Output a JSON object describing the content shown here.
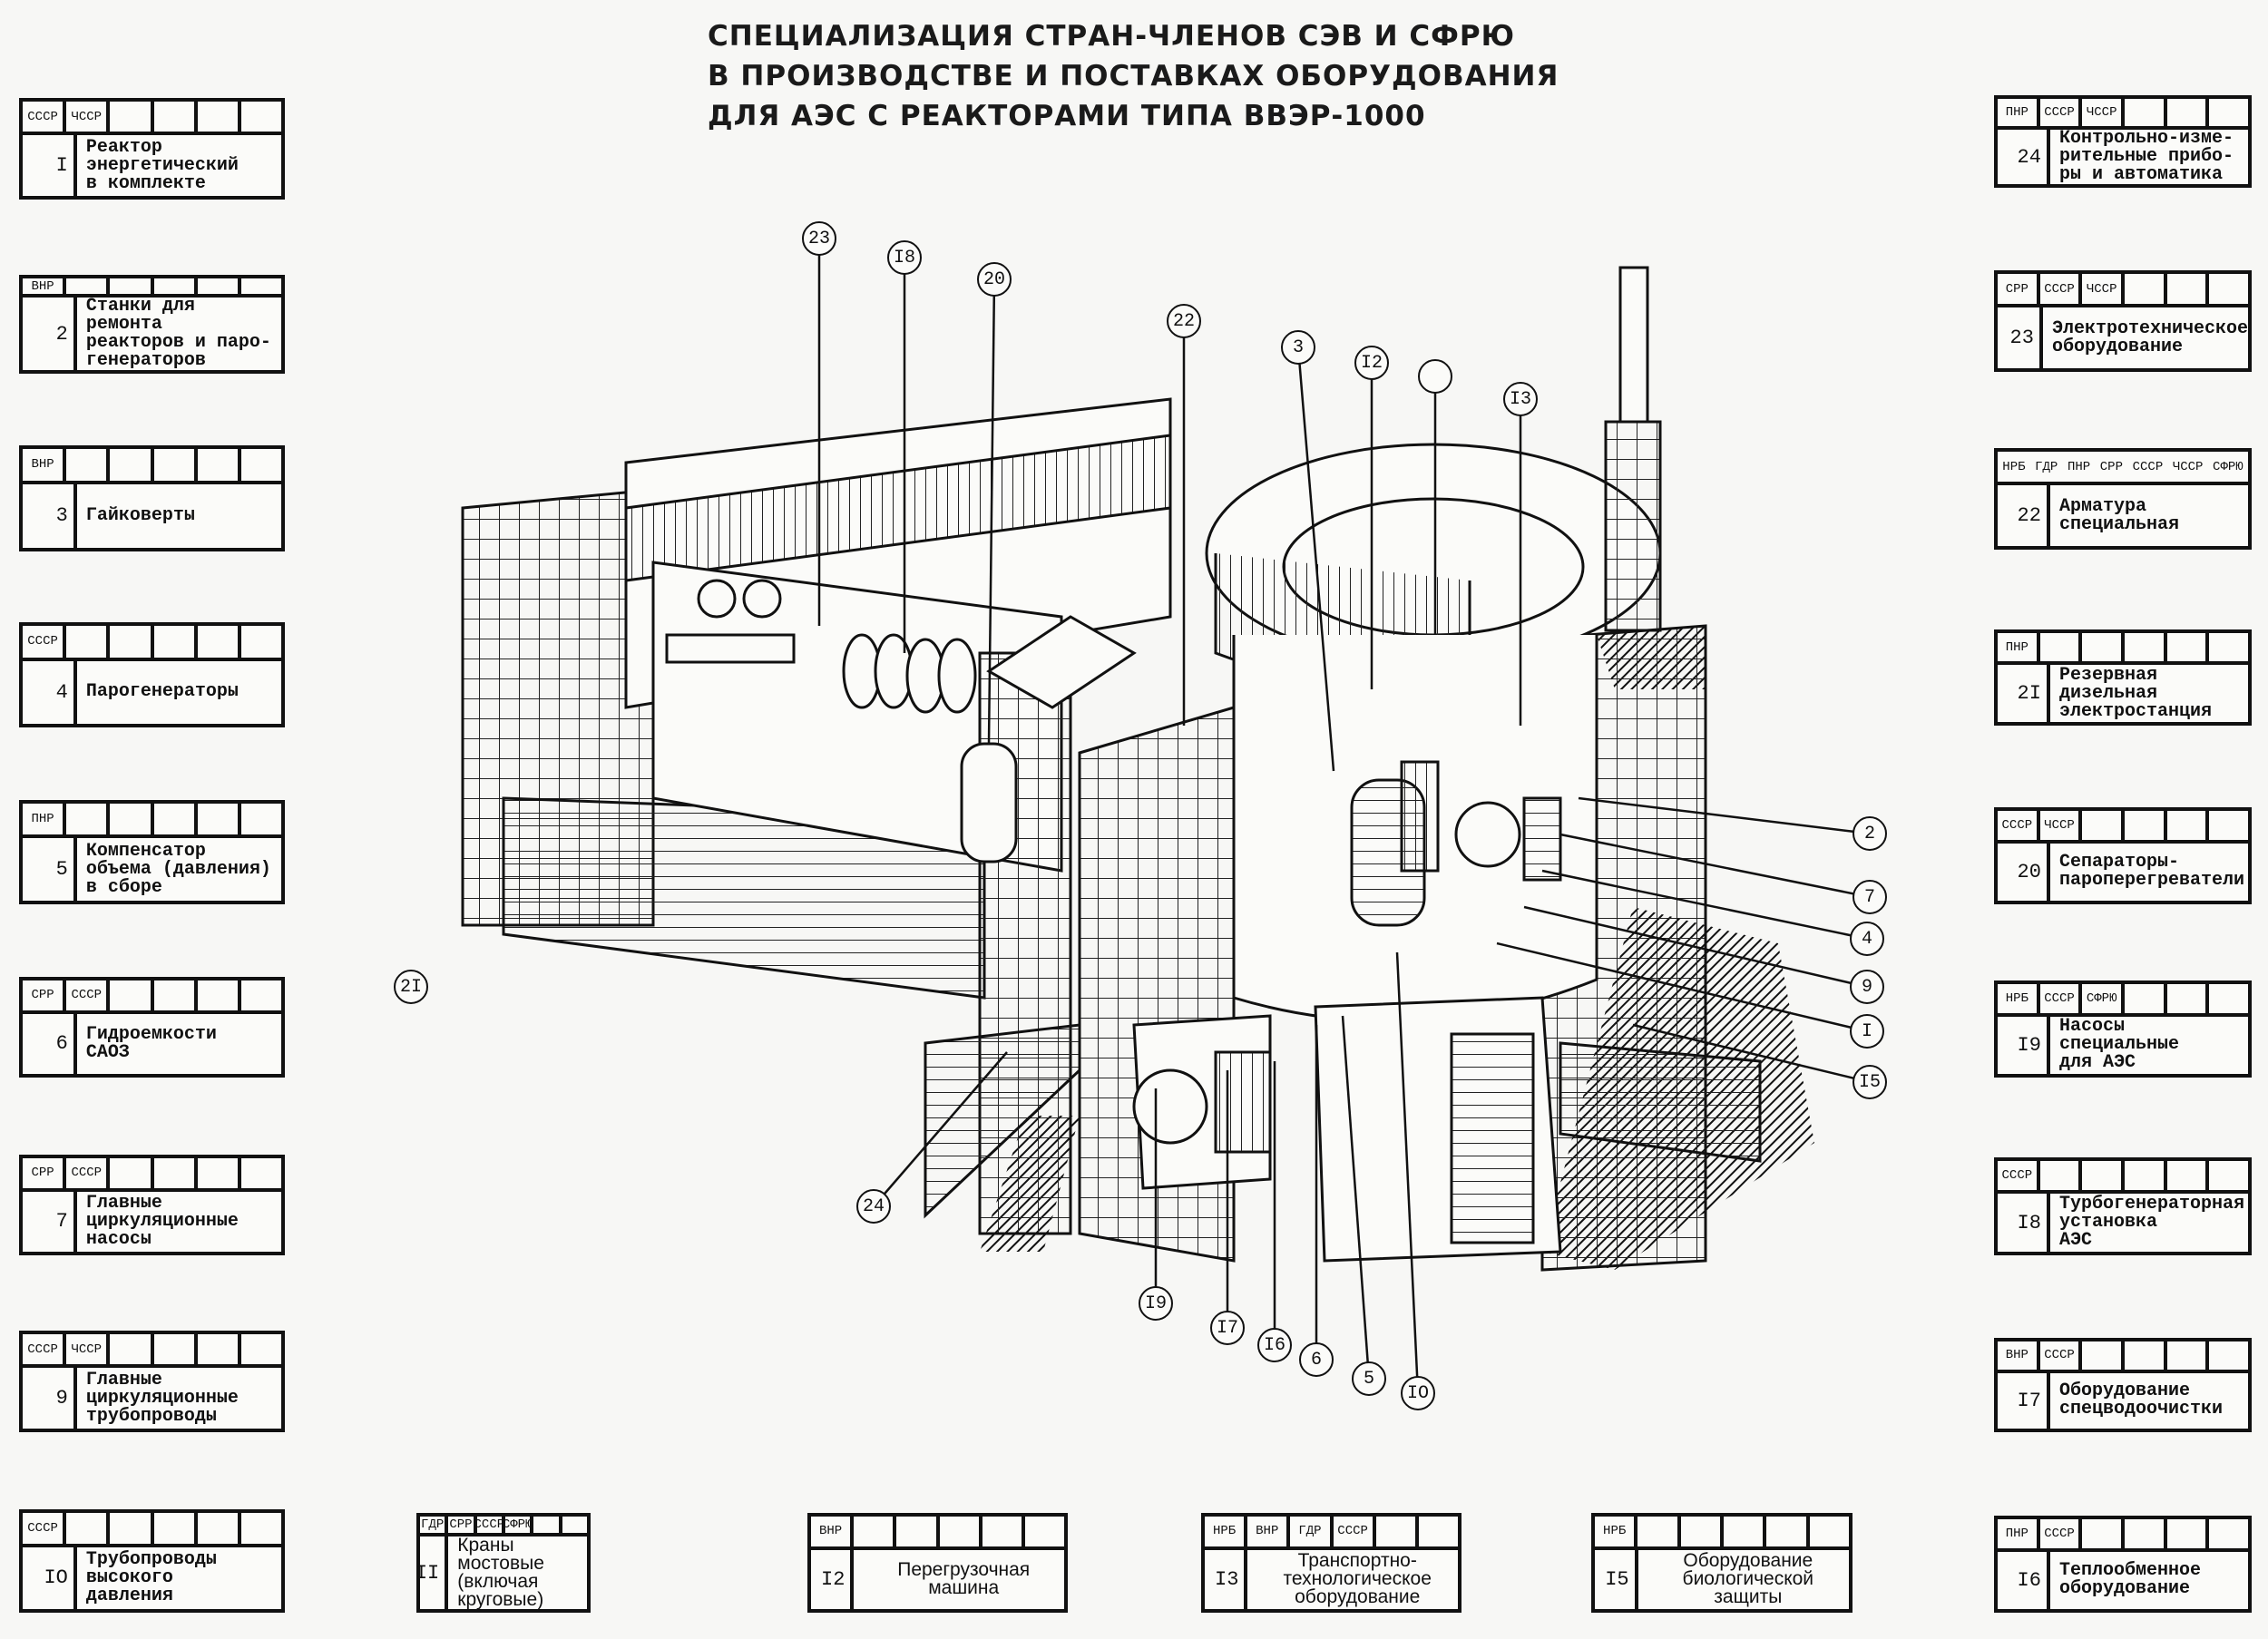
{
  "title": {
    "line1": "СПЕЦИАЛИЗАЦИЯ СТРАН-ЧЛЕНОВ СЭВ И СФРЮ",
    "line2": "В ПРОИЗВОДСТВЕ И ПОСТАВКАХ ОБОРУДОВАНИЯ",
    "line3": "ДЛЯ АЭС С РЕАКТОРАМИ ТИПА ВВЭР-1000"
  },
  "left_boxes": [
    {
      "number": "I",
      "countries": [
        "СССР",
        "ЧССР",
        "",
        "",
        "",
        ""
      ],
      "lines": [
        "Реактор",
        "энергетический",
        "в комплекте"
      ]
    },
    {
      "number": "2",
      "countries": [
        "ВНР",
        "",
        "",
        "",
        "",
        ""
      ],
      "lines": [
        "Станки для ремонта",
        "реакторов и паро-",
        "генераторов"
      ]
    },
    {
      "number": "3",
      "countries": [
        "ВНР",
        "",
        "",
        "",
        "",
        ""
      ],
      "lines": [
        "Гайковерты"
      ]
    },
    {
      "number": "4",
      "countries": [
        "СССР",
        "",
        "",
        "",
        "",
        ""
      ],
      "lines": [
        "Парогенераторы"
      ]
    },
    {
      "number": "5",
      "countries": [
        "ПНР",
        "",
        "",
        "",
        "",
        ""
      ],
      "lines": [
        "Компенсатор",
        "объема (давления)",
        "в сборе"
      ]
    },
    {
      "number": "6",
      "countries": [
        "СРР",
        "СССР",
        "",
        "",
        "",
        ""
      ],
      "lines": [
        "Гидроемкости",
        "САОЗ"
      ]
    },
    {
      "number": "7",
      "countries": [
        "СРР",
        "СССР",
        "",
        "",
        "",
        ""
      ],
      "lines": [
        "Главные",
        "циркуляционные",
        "насосы"
      ]
    },
    {
      "number": "9",
      "countries": [
        "СССР",
        "ЧССР",
        "",
        "",
        "",
        ""
      ],
      "lines": [
        "Главные",
        "циркуляционные",
        "трубопроводы"
      ]
    },
    {
      "number": "IO",
      "countries": [
        "СССР",
        "",
        "",
        "",
        "",
        ""
      ],
      "lines": [
        "Трубопроводы",
        "высокого",
        "давления"
      ]
    }
  ],
  "right_boxes": [
    {
      "number": "24",
      "countries": [
        "ПНР",
        "СССР",
        "ЧССР",
        "",
        "",
        ""
      ],
      "lines": [
        "Контрольно-изме-",
        "рительные прибо-",
        "ры и автоматика"
      ]
    },
    {
      "number": "23",
      "countries": [
        "СРР",
        "СССР",
        "ЧССР",
        "",
        "",
        ""
      ],
      "lines": [
        "Электротехническое",
        "оборудование"
      ]
    },
    {
      "number": "22",
      "countries": [
        "НРБ",
        "ГДР",
        "ПНР",
        "СРР",
        "СССР",
        "ЧССР",
        "СФРЮ"
      ],
      "lines": [
        "Арматура",
        "специальная"
      ]
    },
    {
      "number": "2I",
      "countries": [
        "ПНР",
        "",
        "",
        "",
        "",
        ""
      ],
      "lines": [
        "Резервная",
        "дизельная",
        "электростанция"
      ]
    },
    {
      "number": "20",
      "countries": [
        "СССР",
        "ЧССР",
        "",
        "",
        "",
        ""
      ],
      "lines": [
        "Сепараторы-",
        "пароперегреватели"
      ]
    },
    {
      "number": "I9",
      "countries": [
        "НРБ",
        "СССР",
        "СФРЮ",
        "",
        "",
        ""
      ],
      "lines": [
        "Насосы",
        "специальные",
        "для АЭС"
      ]
    },
    {
      "number": "I8",
      "countries": [
        "СССР",
        "",
        "",
        "",
        "",
        ""
      ],
      "lines": [
        "Турбогенераторная",
        "установка",
        "АЭС"
      ]
    },
    {
      "number": "I7",
      "countries": [
        "ВНР",
        "СССР",
        "",
        "",
        "",
        ""
      ],
      "lines": [
        "Оборудование",
        "спецводоочистки"
      ]
    },
    {
      "number": "I6",
      "countries": [
        "ПНР",
        "СССР",
        "",
        "",
        "",
        ""
      ],
      "lines": [
        "Теплообменное",
        "оборудование"
      ]
    }
  ],
  "bottom_boxes": [
    {
      "number": "II",
      "countries": [
        "ГДР",
        "СРР",
        "СССР",
        "СФРЮ",
        "",
        ""
      ],
      "lines": [
        "Краны мостовые",
        "(включая круговые)"
      ]
    },
    {
      "number": "I2",
      "countries": [
        "ВНР",
        "",
        "",
        "",
        "",
        ""
      ],
      "lines": [
        "Перегрузочная",
        "машина"
      ]
    },
    {
      "number": "I3",
      "countries": [
        "НРБ",
        "ВНР",
        "ГДР",
        "СССР",
        "",
        ""
      ],
      "lines": [
        "Транспортно-",
        "технологическое",
        "оборудование"
      ]
    },
    {
      "number": "I5",
      "countries": [
        "НРБ",
        "",
        "",
        "",
        "",
        ""
      ],
      "lines": [
        "Оборудование",
        "биологической",
        "защиты"
      ]
    }
  ],
  "callouts": [
    "23",
    "I8",
    "20",
    "22",
    "3",
    "I2",
    "",
    "I3",
    "2",
    "7",
    "4",
    "9",
    "I",
    "I5",
    "2I",
    "24",
    "I9",
    "I7",
    "I6",
    "6",
    "5",
    "IO"
  ]
}
